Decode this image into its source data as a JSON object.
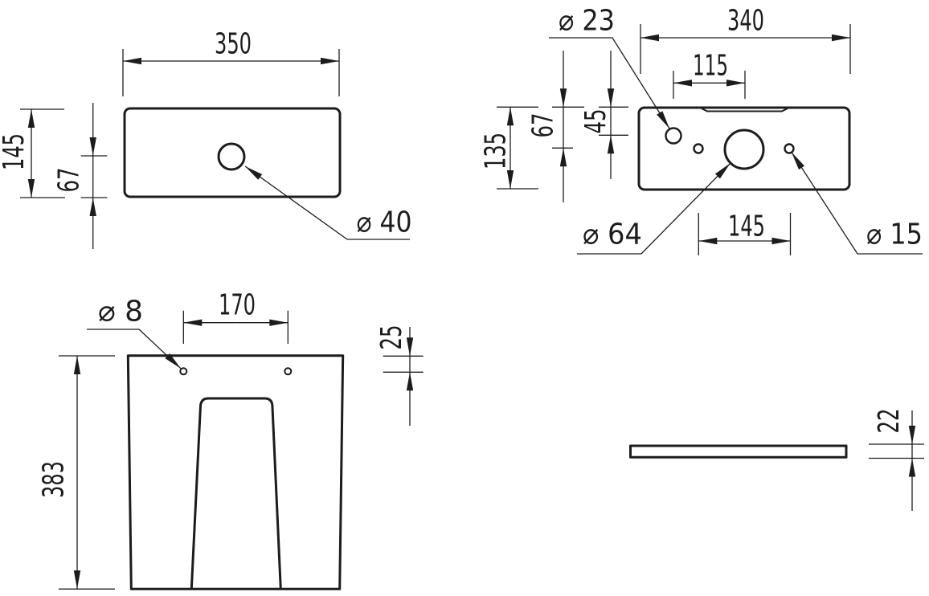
{
  "title": "Sanitaryware technical dimension drawing",
  "colors": {
    "line": "#1c1c1c",
    "background": "#ffffff"
  },
  "views": {
    "cistern_top": {
      "dim_width": "350",
      "dim_depth": "145",
      "dim_hole_offset": "67",
      "label_hole_dia": "⌀ 40"
    },
    "cistern_front": {
      "dim_width": "340",
      "dim_top_hole_spacing": "115",
      "dim_height": "135",
      "dim_main_hole_offset": "67",
      "dim_left_hole_offset": "45",
      "dim_bottom_hole_spacing": "145",
      "label_left_hole_dia": "⌀ 23",
      "label_main_hole_dia": "⌀ 64",
      "label_right_hole_dia": "⌀ 15"
    },
    "pedestal_front": {
      "dim_hole_spacing": "170",
      "dim_height": "383",
      "dim_hole_top_offset": "25",
      "label_hole_dia": "⌀ 8"
    },
    "lid_side": {
      "dim_thickness": "22"
    }
  }
}
